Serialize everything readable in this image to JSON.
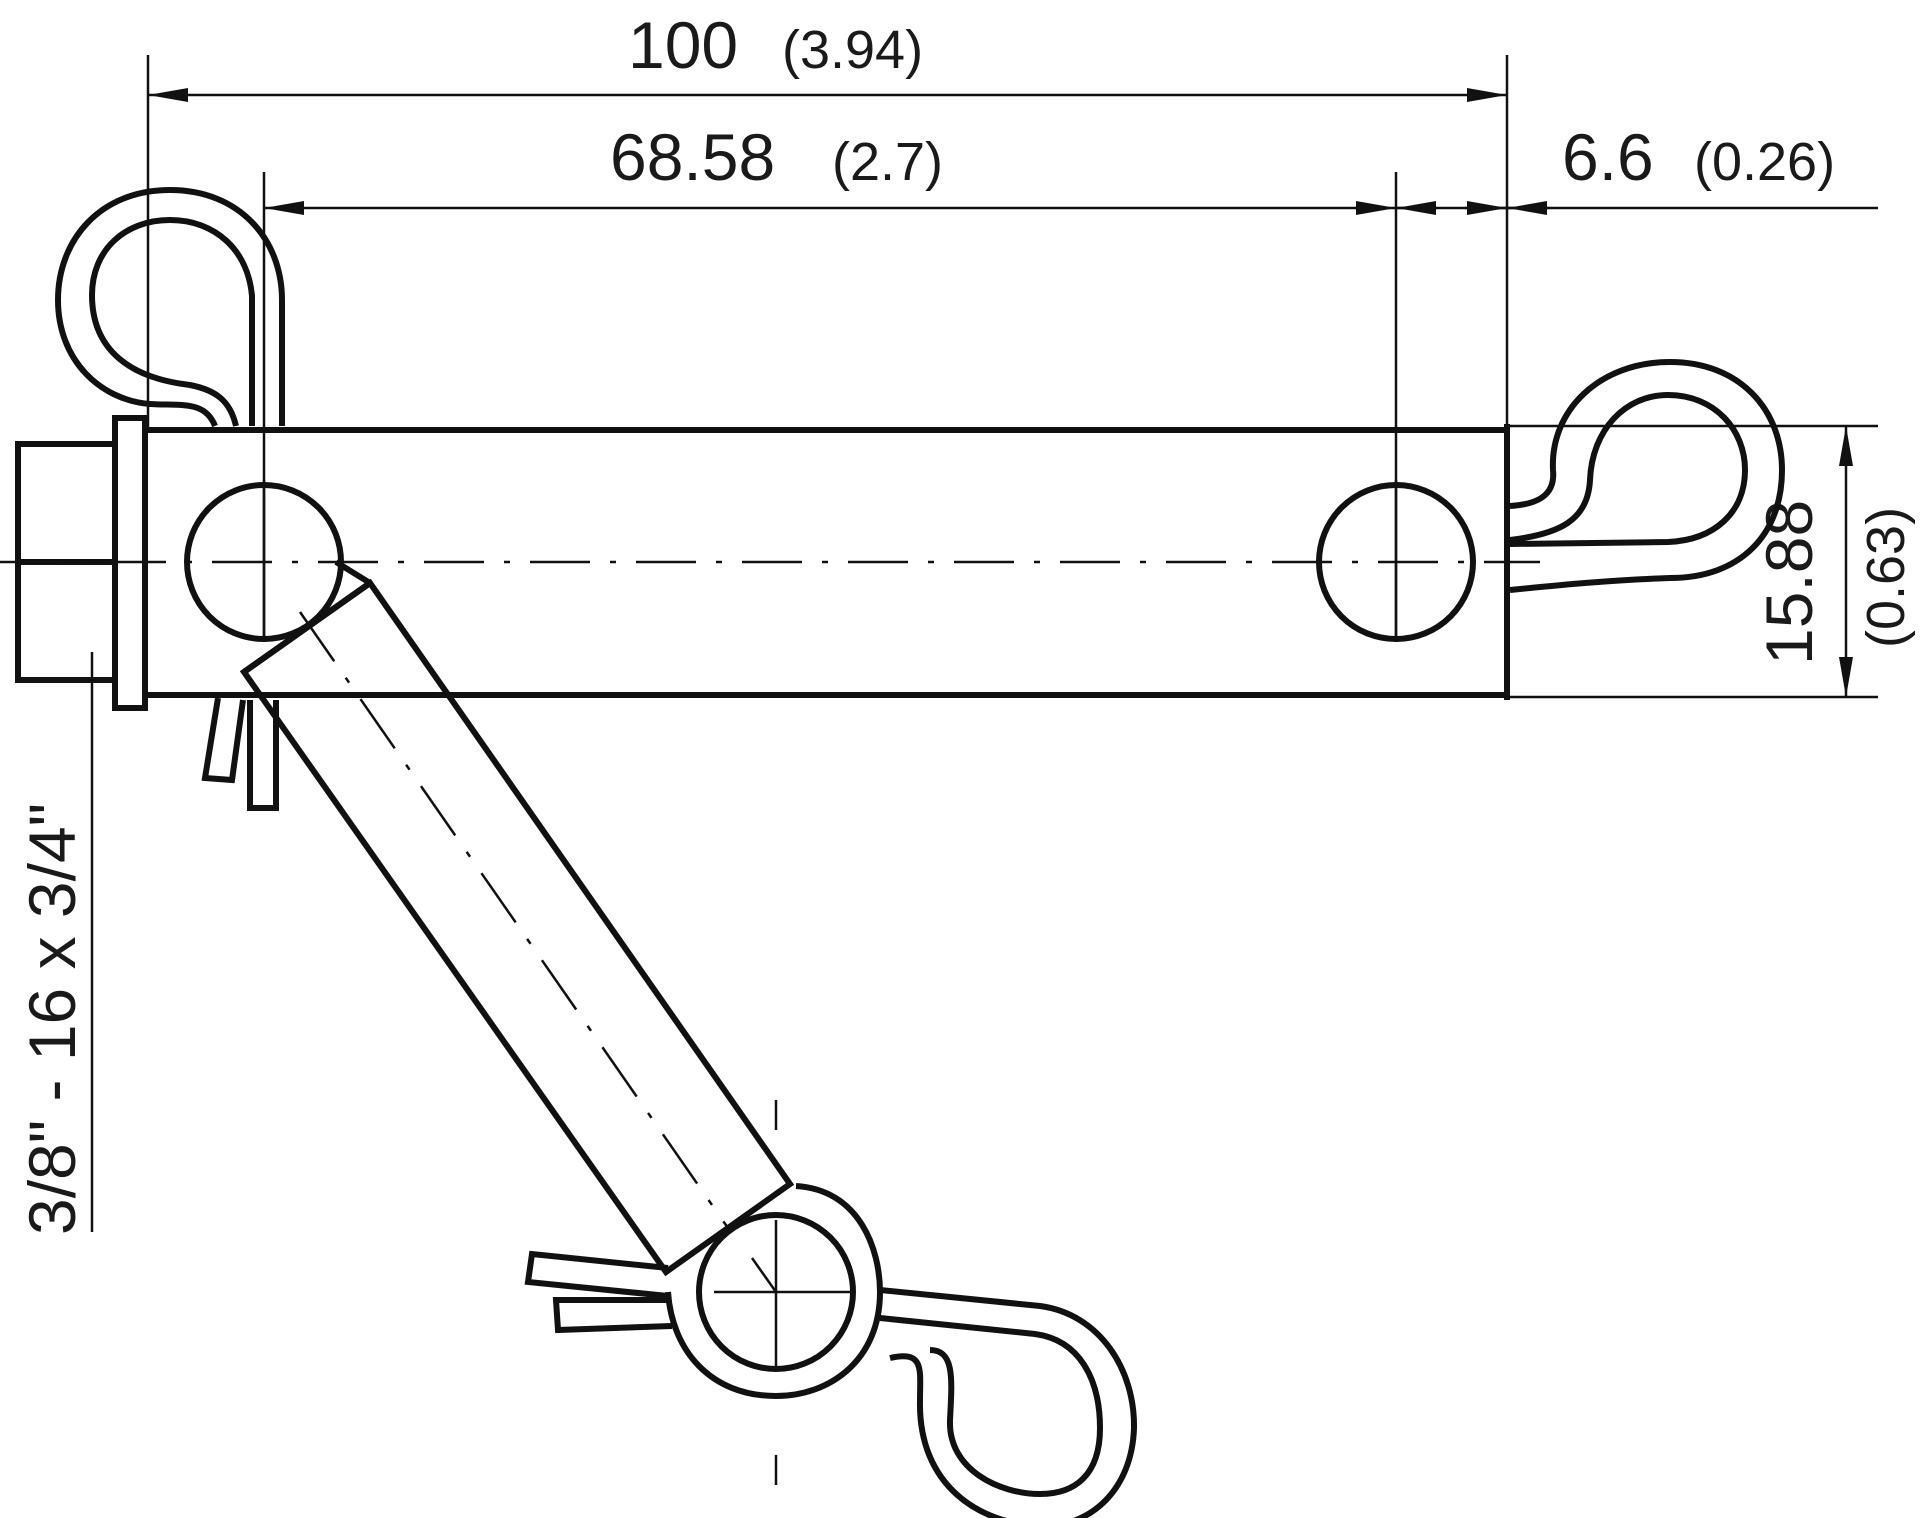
{
  "dimensions": {
    "overall_length": {
      "value": "100",
      "alt": "(3.94)"
    },
    "hole_spacing": {
      "value": "68.58",
      "alt": "(2.7)"
    },
    "end_offset": {
      "value": "6.6",
      "alt": "(0.26)"
    },
    "pin_diameter": {
      "value": "15.88",
      "alt": "(0.63)"
    }
  },
  "thread_spec": "3/8\" - 16 x 3/4\"",
  "colors": {
    "line": "#111111",
    "background": "#ffffff"
  }
}
